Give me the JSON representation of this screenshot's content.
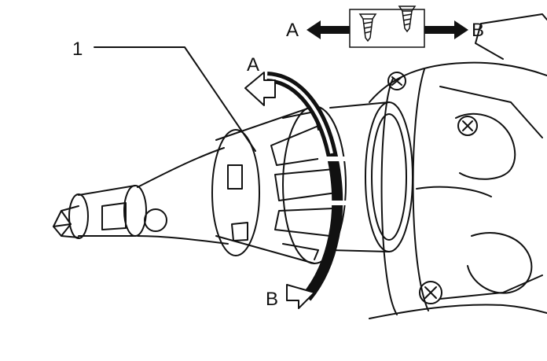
{
  "callouts": {
    "part_1": "1",
    "rotation_a": "A",
    "rotation_b": "B"
  },
  "direction_key": {
    "left_label": "A",
    "right_label": "B"
  },
  "colors": {
    "ink": "#111111",
    "paper": "#ffffff"
  }
}
